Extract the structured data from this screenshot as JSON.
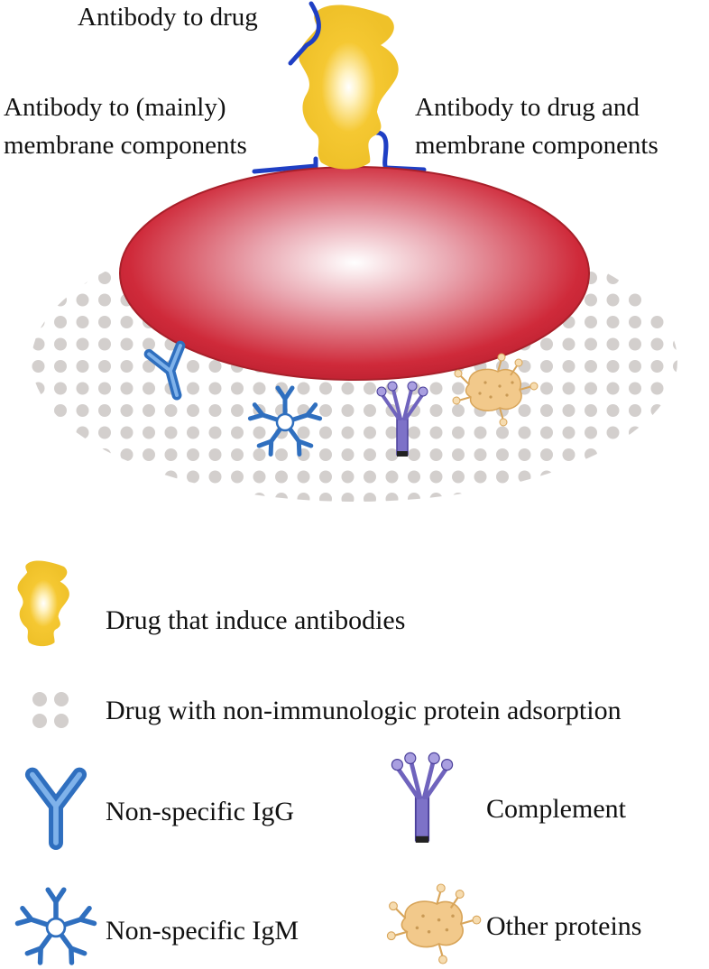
{
  "diagram": {
    "labels": {
      "antibody_to_drug": "Antibody to drug",
      "antibody_membrane_line1": "Antibody to (mainly)",
      "antibody_membrane_line2": "membrane components",
      "antibody_drug_membrane_line1": "Antibody to drug and",
      "antibody_drug_membrane_line2": "membrane components"
    },
    "colors": {
      "drug": "#f2c531",
      "rbc": "#cf2a3a",
      "antibody_line": "#1f3fc4",
      "dots": "#d3cfcd",
      "igg": "#3f7fd0",
      "igm": "#3f7fd0",
      "complement": "#6f63bd",
      "other_proteins": "#f0c987"
    }
  },
  "legend": {
    "items": [
      {
        "icon": "drug-icon",
        "label": "Drug that induce antibodies"
      },
      {
        "icon": "dots-icon",
        "label": "Drug with non-immunologic protein adsorption"
      },
      {
        "icon": "igg-icon",
        "label": "Non-specific IgG"
      },
      {
        "icon": "complement-icon",
        "label": "Complement"
      },
      {
        "icon": "igm-icon",
        "label": "Non-specific IgM"
      },
      {
        "icon": "other-proteins-icon",
        "label": "Other proteins"
      }
    ]
  }
}
